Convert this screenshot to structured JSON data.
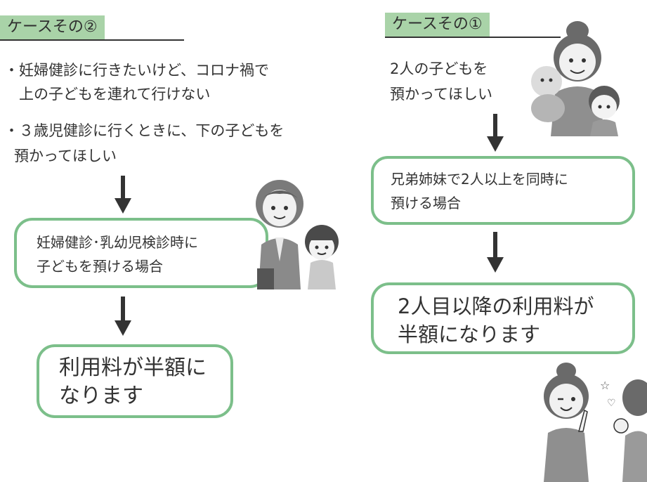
{
  "left": {
    "tag": "ケースその②",
    "bullets": [
      {
        "mark": "・",
        "line1": "妊婦健診に行きたいけど、コロナ禍で",
        "line2": "上の子どもを連れて行けない"
      },
      {
        "mark": "・",
        "line1": "３歳児健診に行くときに、下の子どもを",
        "line2": "預かってほしい"
      }
    ],
    "box1": {
      "line1": "妊婦健診･乳幼児検診時に",
      "line2": "子どもを預ける場合"
    },
    "box2": {
      "line1": "利用料が半額に",
      "line2": "なります"
    }
  },
  "right": {
    "tag": "ケースその①",
    "intro": {
      "line1": "2人の子どもを",
      "line2": "預かってほしい"
    },
    "box1": {
      "line1": "兄弟姉妹で2人以上を同時に",
      "line2": "預ける場合"
    },
    "box2": {
      "line1": "2人目以降の利用料が",
      "line2": "半額になります"
    }
  },
  "colors": {
    "tag_bg": "#a9d3a8",
    "box_border": "#7cbf8a",
    "arrow": "#333333"
  }
}
